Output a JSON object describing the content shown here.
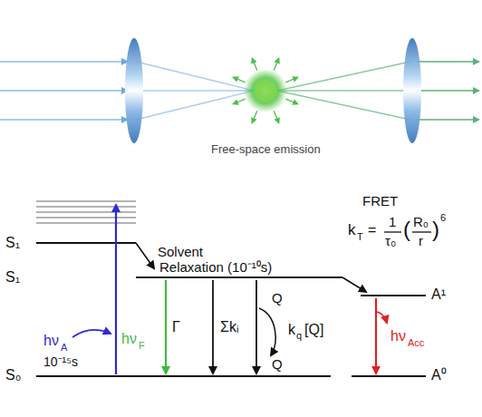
{
  "diagram": {
    "labels": [
      "Free-space emission",
      "S₁",
      "Solvent",
      "Relaxation (10⁻¹⁰s)",
      "FRET",
      "k",
      "T",
      "=",
      "1",
      "τ₀",
      "(",
      "R₀",
      "r",
      ")",
      "6",
      "S₁",
      "A¹",
      "hν",
      "A",
      "10⁻¹⁵s",
      "hν",
      "F",
      "Γ",
      "Σkᵢ",
      "k",
      "q",
      "[Q]",
      "Q",
      "Q",
      "hν",
      "Acc",
      "S₀",
      "A⁰"
    ]
  }
}
